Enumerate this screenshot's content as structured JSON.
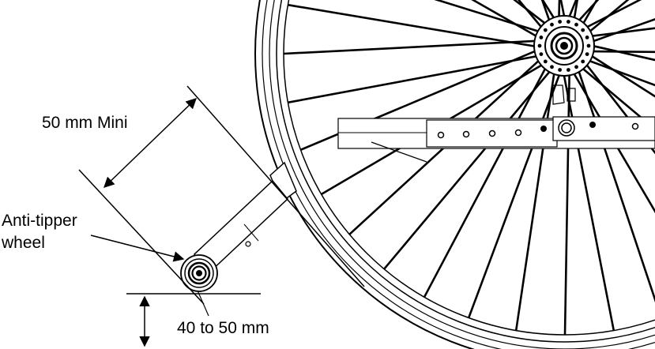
{
  "labels": {
    "mini": "50 mm Mini",
    "anti_tipper_line1": "Anti-tipper",
    "anti_tipper_line2": "wheel",
    "clearance": "40 to 50 mm"
  },
  "colors": {
    "line": "#000000",
    "tire_dark": "#1a1a1a",
    "background": "#ffffff"
  },
  "icons": {
    "arrow": "arrowhead",
    "wheel": "concentric-circles"
  }
}
